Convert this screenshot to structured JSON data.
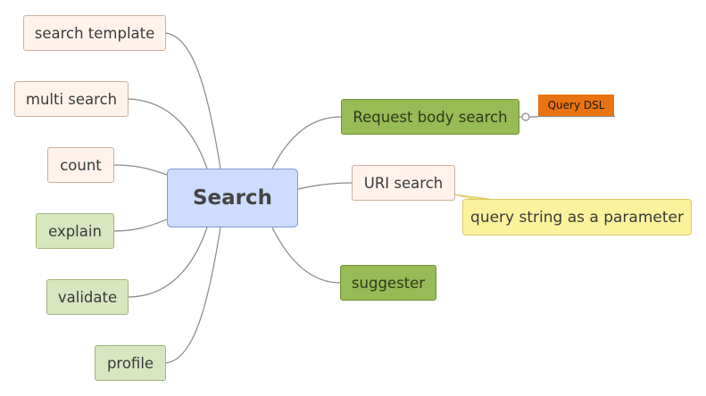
{
  "central_topic": "Search",
  "left_topics": [
    {
      "label": "search template"
    },
    {
      "label": "multi search"
    },
    {
      "label": "count"
    },
    {
      "label": "explain"
    },
    {
      "label": "validate"
    },
    {
      "label": "profile"
    }
  ],
  "right_topics": [
    {
      "label": "Request body search",
      "tag": "Query DSL"
    },
    {
      "label": "URI search",
      "note": "query string as a parameter"
    },
    {
      "label": "suggester"
    }
  ],
  "colors": {
    "central_fill": "#cddcff",
    "light_green_fill": "#d8e6bf",
    "dark_green_fill": "#97bb55",
    "peach_fill": "#fff3ec",
    "note_fill": "#fcf29c",
    "tag_fill": "#e9730f",
    "line": "#8a8a8a"
  }
}
